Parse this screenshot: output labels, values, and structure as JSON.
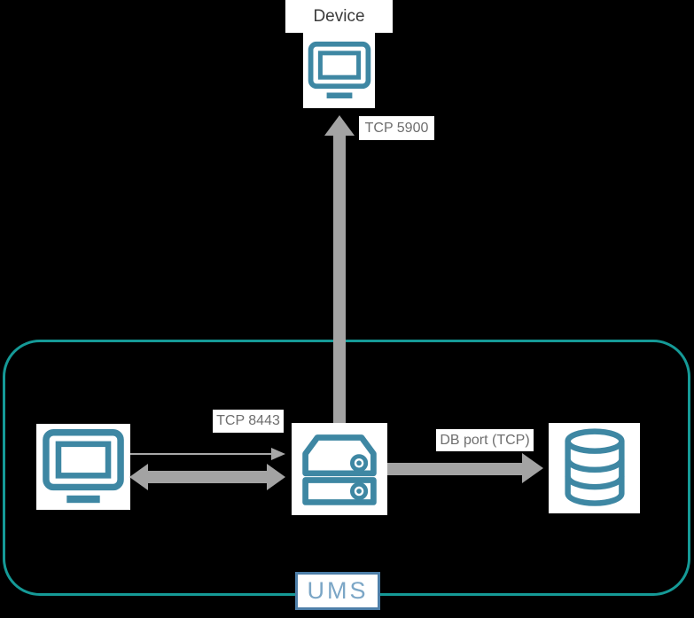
{
  "diagram": {
    "device": {
      "label": "Device"
    },
    "edges": {
      "device_link": {
        "label": "TCP 5900"
      },
      "console_link": {
        "label": "TCP 8443"
      },
      "db_link": {
        "label": "DB port (TCP)"
      }
    },
    "ums": {
      "label": "UMS"
    },
    "icons": {
      "device": "monitor-icon",
      "console": "monitor-icon",
      "server": "server-icon",
      "database": "database-icon"
    },
    "colors": {
      "background": "#000000",
      "icon_teal": "#3E87A3",
      "ums_border_teal": "#159A97",
      "arrow_gray": "#A3A3A3",
      "label_text_gray": "#6E6E6E",
      "device_text": "#3B3B3B",
      "ums_tag_border": "#4D7EA8",
      "ums_tag_text": "#7BA6C6"
    }
  }
}
